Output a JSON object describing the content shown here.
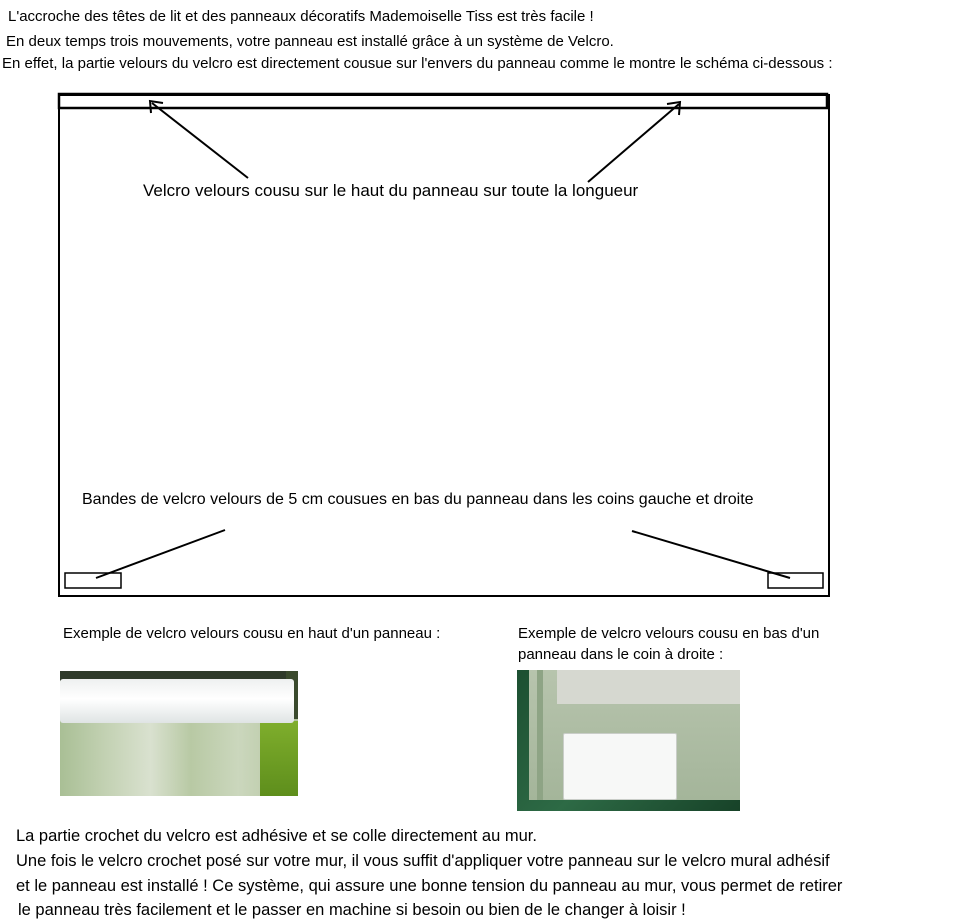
{
  "intro": {
    "line1": "L'accroche des têtes de lit et des panneaux décoratifs Mademoiselle Tiss est très facile !",
    "line2": "En deux temps trois mouvements, votre panneau est installé grâce à un système de Velcro.",
    "line3": "En effet, la partie velours du velcro est directement cousue sur l'envers du panneau comme le montre le schéma ci-dessous :"
  },
  "diagram": {
    "label_top": "Velcro velours cousu sur le haut du panneau  sur toute la longueur",
    "label_bottom": "Bandes de  velcro velours de 5 cm cousues en bas du panneau dans les coins gauche et droite"
  },
  "examples": {
    "left_caption": "Exemple de velcro velours cousu en haut d'un panneau :",
    "right_caption": "Exemple de velcro  velours cousu en bas d'un panneau dans le coin à droite :"
  },
  "footer": {
    "line1": "La partie crochet du velcro est adhésive et se colle directement au mur.",
    "line2": "Une fois le velcro crochet posé sur votre mur, il vous suffit d'appliquer votre panneau sur le velcro mural adhésif",
    "line3": "et le panneau est installé ! Ce système, qui assure une bonne tension du panneau au mur, vous permet de retirer",
    "line4": " le panneau très facilement et le passer en machine si besoin ou bien de le changer à loisir !"
  }
}
